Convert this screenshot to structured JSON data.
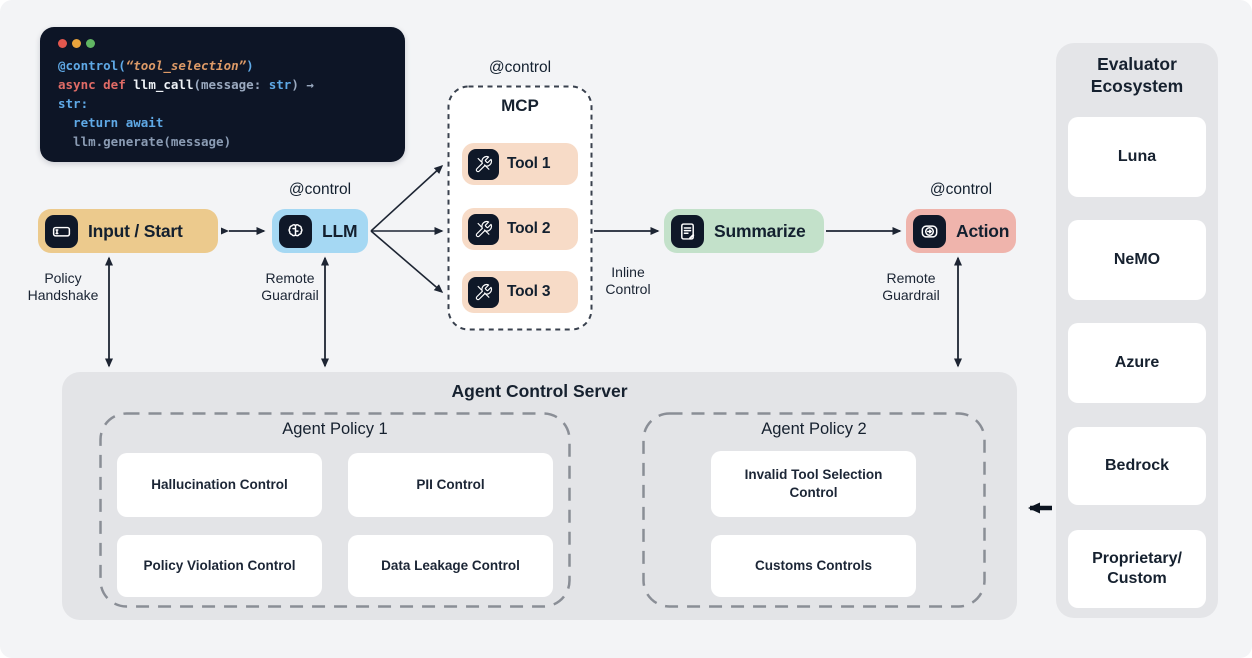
{
  "colors": {
    "canvas_bg": "#f3f4f6",
    "code_bg": "#0d1526",
    "input_bg": "#ecca8d",
    "llm_bg": "#a5d8f3",
    "tool_bg": "#f7dbc7",
    "summarize_bg": "#c3e1ca",
    "action_bg": "#efb4ac",
    "icon_bg": "#0f1828",
    "server_bg": "#e3e4e7",
    "panel_bg": "#e4e5e8",
    "arrow": "#1d2533"
  },
  "code": {
    "window_dot_colors": [
      "#e2574e",
      "#e8a33c",
      "#61b663"
    ],
    "lines": [
      {
        "tokens": [
          {
            "t": "@control(",
            "c": "blue"
          },
          {
            "t": "“tool_selection”",
            "c": "string"
          },
          {
            "t": ")",
            "c": "blue"
          }
        ]
      },
      {
        "tokens": [
          {
            "t": "async def ",
            "c": "red"
          },
          {
            "t": "llm_call",
            "c": "fn"
          },
          {
            "t": "(message: ",
            "c": "punct"
          },
          {
            "t": "str",
            "c": "blue"
          },
          {
            "t": ") →",
            "c": "punct"
          }
        ]
      },
      {
        "tokens": [
          {
            "t": "str:",
            "c": "blue"
          }
        ]
      },
      {
        "tokens": [
          {
            "t": "  return await",
            "c": "blue"
          }
        ]
      },
      {
        "tokens": [
          {
            "t": "  llm.generate(message)",
            "c": "muted"
          }
        ]
      }
    ]
  },
  "flow": {
    "control_label": "@control",
    "input": {
      "label": "Input / Start",
      "icon": "terminal-input-icon"
    },
    "llm": {
      "label": "LLM",
      "icon": "brain-icon"
    },
    "mcp": {
      "title": "MCP",
      "tools": [
        {
          "label": "Tool 1",
          "icon": "tools-icon"
        },
        {
          "label": "Tool 2",
          "icon": "tools-icon"
        },
        {
          "label": "Tool 3",
          "icon": "tools-icon"
        }
      ]
    },
    "summarize": {
      "label": "Summarize",
      "icon": "document-edit-icon"
    },
    "action": {
      "label": "Action",
      "icon": "arrow-circle-right-icon"
    },
    "edge_labels": {
      "policy_handshake": "Policy Handshake",
      "remote_guardrail_left": "Remote Guardrail",
      "inline_control": "Inline Control",
      "remote_guardrail_right": "Remote Guardrail"
    }
  },
  "server": {
    "title": "Agent Control Server",
    "policies": [
      {
        "title": "Agent Policy 1",
        "controls": [
          "Hallucination Control",
          "PII Control",
          "Policy Violation Control",
          "Data Leakage Control"
        ]
      },
      {
        "title": "Agent Policy 2",
        "controls": [
          "Invalid Tool Selection Control",
          "Customs Controls"
        ]
      }
    ]
  },
  "evaluator": {
    "title": "Evaluator Ecosystem",
    "items": [
      "Luna",
      "NeMO",
      "Azure",
      "Bedrock",
      "Proprietary/\nCustom"
    ]
  }
}
